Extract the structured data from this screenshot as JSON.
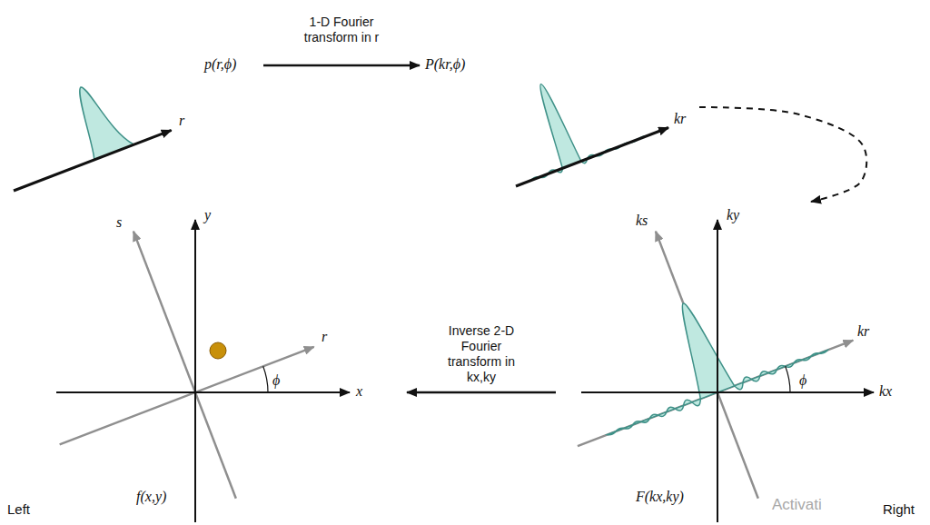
{
  "diagram": {
    "nodes": [
      {
        "text": [
          "p(r,ϕ)",
          "r"
        ]
      },
      {
        "text": [
          "P(kr,ϕ)",
          "kr"
        ]
      },
      {
        "text": [
          "s",
          "y",
          "r",
          "ϕ",
          "x",
          "f(x,y)"
        ]
      },
      {
        "text": [
          "ks",
          "ky",
          "kr",
          "ϕ",
          "kx",
          "F(kx,ky)"
        ]
      }
    ],
    "edges": [
      {
        "from": 0,
        "to": 1,
        "arrow": "to",
        "label": "1-D Fourier transform in r"
      },
      {
        "from": 1,
        "to": 3,
        "arrow": "to"
      },
      {
        "from": 3,
        "to": 2,
        "arrow": "to",
        "label": "Inverse 2-D Fourier transform in kx,ky"
      }
    ],
    "labels": [
      "Left",
      "Activati",
      "Right"
    ]
  }
}
